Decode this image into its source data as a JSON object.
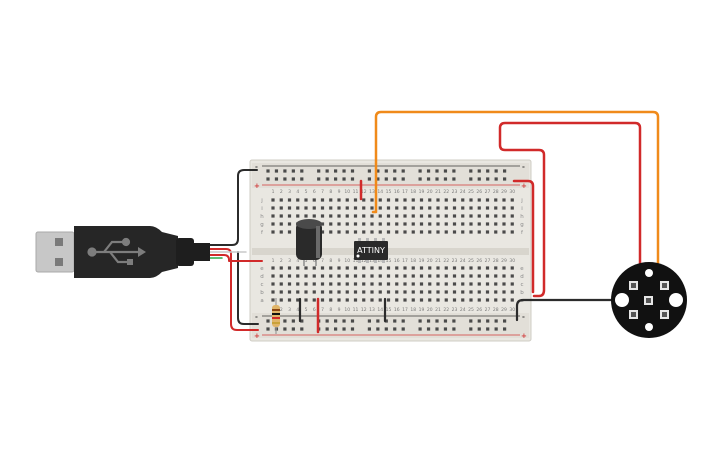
{
  "breadboard": {
    "row_letters_top": [
      "j",
      "i",
      "h",
      "g",
      "f"
    ],
    "row_letters_bottom": [
      "e",
      "d",
      "c",
      "b",
      "a"
    ],
    "column_count": 30,
    "rail_plus": "+",
    "rail_minus": "-"
  },
  "chip": {
    "label": "ATTINY"
  },
  "colors": {
    "wire_red": "#d12a2a",
    "wire_black": "#2b2b2b",
    "wire_orange": "#f08a1a",
    "board": "#e9e7e1",
    "rail_red": "#d23a3a",
    "rail_blue": "#3a3a3a"
  },
  "icons": {
    "usb_plug": "usb-plug-icon",
    "usb_symbol": "usb-trident-icon",
    "capacitor": "capacitor-icon",
    "resistor": "resistor-icon",
    "led_ring": "neopixel-ring-icon"
  }
}
